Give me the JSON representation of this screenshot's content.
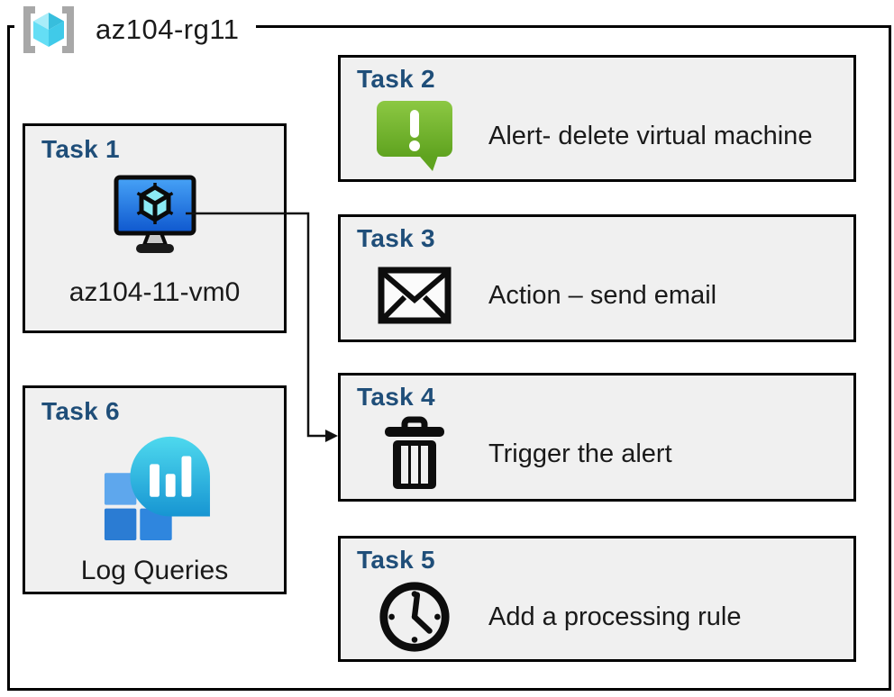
{
  "header": {
    "title": "az104-rg11",
    "icon": "resource-group-icon"
  },
  "tasks": [
    {
      "label": "Task 1",
      "icon": "virtual-machine-icon",
      "text": "az104-11-vm0"
    },
    {
      "label": "Task 2",
      "icon": "alert-icon",
      "text": "Alert- delete virtual machine"
    },
    {
      "label": "Task 3",
      "icon": "email-icon",
      "text": "Action – send email"
    },
    {
      "label": "Task 4",
      "icon": "trash-icon",
      "text": "Trigger the alert"
    },
    {
      "label": "Task 5",
      "icon": "clock-icon",
      "text": "Add a processing rule"
    },
    {
      "label": "Task 6",
      "icon": "log-queries-icon",
      "text": "Log Queries"
    }
  ],
  "connector": {
    "from": "Task 1",
    "to": "Task 4"
  },
  "colors": {
    "task_title": "#1f4e79",
    "box_fill": "#f0f0f0",
    "box_border": "#000000",
    "alert_green_top": "#8cc843",
    "alert_green_bottom": "#5fa31f",
    "vm_screen_top": "#47a3f7",
    "vm_screen_bottom": "#0e57ce",
    "cube_cyan_light": "#a9edf9",
    "cube_cyan_dark": "#37bedd",
    "log_teal_top": "#4ed9ee",
    "log_teal_bottom": "#1795d2",
    "log_square_blue": "#2f86de",
    "bracket_gray": "#a8a8a8"
  }
}
